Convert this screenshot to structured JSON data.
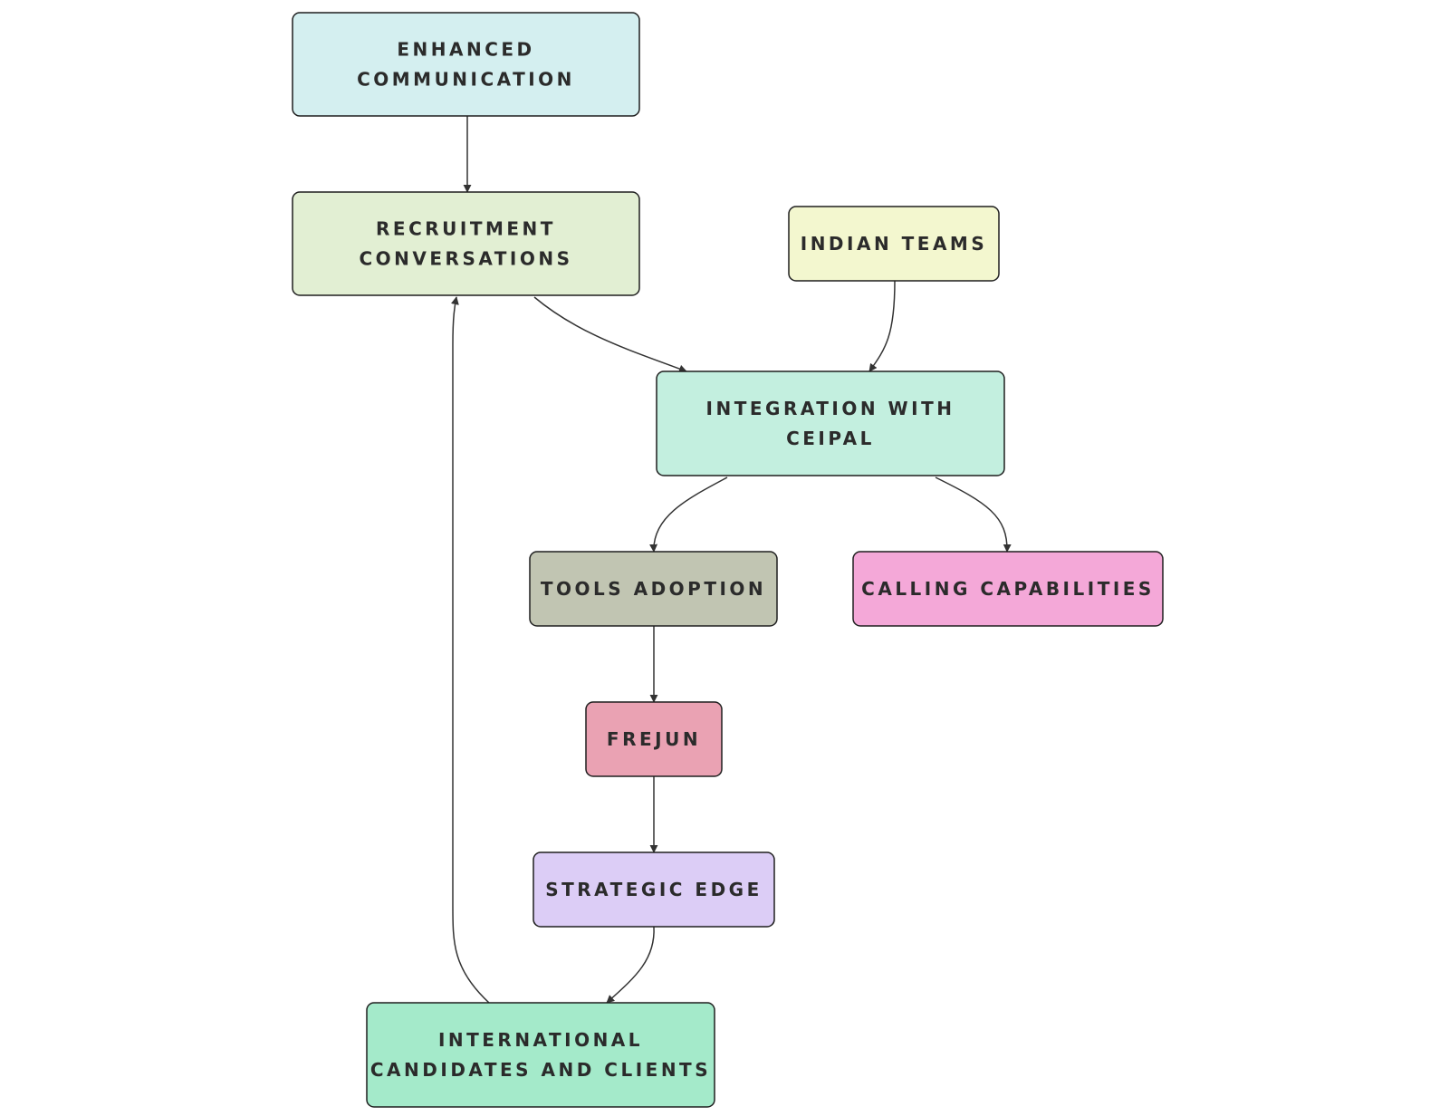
{
  "diagram": {
    "type": "flowchart",
    "nodes": [
      {
        "id": "enhanced",
        "lines": [
          "ENHANCED",
          "COMMUNICATION"
        ],
        "fill": "#d4eff0"
      },
      {
        "id": "recruitment",
        "lines": [
          "RECRUITMENT",
          "CONVERSATIONS"
        ],
        "fill": "#e2efd3"
      },
      {
        "id": "indian",
        "lines": [
          "INDIAN TEAMS"
        ],
        "fill": "#f3f7cf"
      },
      {
        "id": "integration",
        "lines": [
          "INTEGRATION WITH",
          "CEIPAL"
        ],
        "fill": "#c3efdf"
      },
      {
        "id": "tools",
        "lines": [
          "TOOLS ADOPTION"
        ],
        "fill": "#c1c5b2"
      },
      {
        "id": "calling",
        "lines": [
          "CALLING CAPABILITIES"
        ],
        "fill": "#f4a8d8"
      },
      {
        "id": "frejun",
        "lines": [
          "FREJUN"
        ],
        "fill": "#eaa2b3"
      },
      {
        "id": "strategic",
        "lines": [
          "STRATEGIC EDGE"
        ],
        "fill": "#dccdf6"
      },
      {
        "id": "international",
        "lines": [
          "INTERNATIONAL",
          "CANDIDATES AND CLIENTS"
        ],
        "fill": "#a4eaca"
      }
    ],
    "edges": [
      {
        "from": "enhanced",
        "to": "recruitment"
      },
      {
        "from": "recruitment",
        "to": "integration"
      },
      {
        "from": "indian",
        "to": "integration"
      },
      {
        "from": "integration",
        "to": "tools"
      },
      {
        "from": "integration",
        "to": "calling"
      },
      {
        "from": "tools",
        "to": "frejun"
      },
      {
        "from": "frejun",
        "to": "strategic"
      },
      {
        "from": "strategic",
        "to": "international"
      },
      {
        "from": "international",
        "to": "recruitment"
      }
    ]
  }
}
